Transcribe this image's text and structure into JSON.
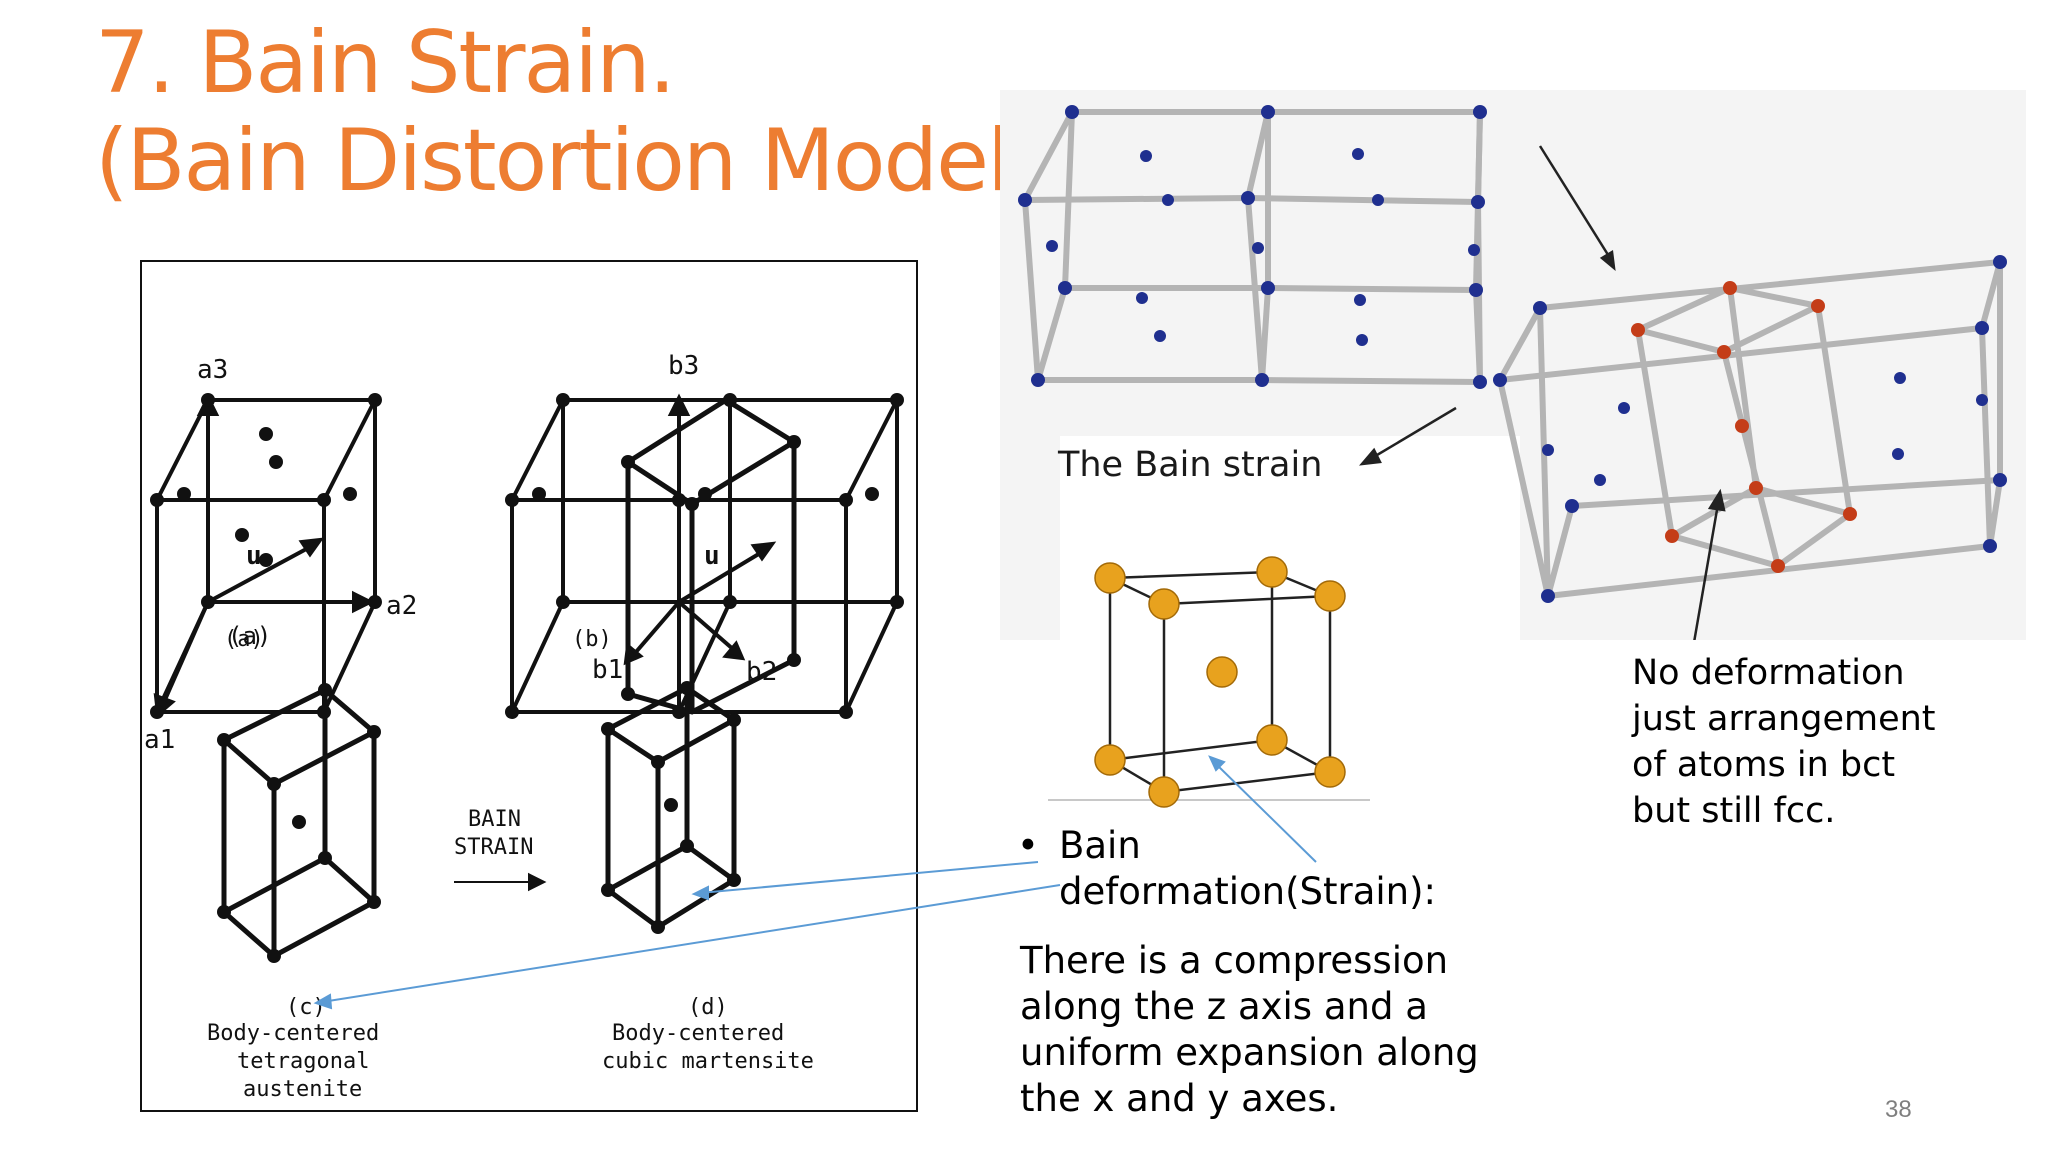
{
  "slide": {
    "title_line1": "7. Bain Strain.",
    "title_line2": "(Bain Distortion Model)",
    "page_number": "38",
    "accent_color": "#ED7D31",
    "arrow_color": "#5B9BD5"
  },
  "left_figure": {
    "label_a3": "a3",
    "label_a2": "a2",
    "label_a1": "a1",
    "label_u": "u",
    "label_b3": "b3",
    "label_b1": "b1",
    "label_b2": "b2",
    "panel_a": "(a)",
    "panel_b": "(b)",
    "panel_c": "(c)",
    "panel_d": "(d)",
    "bain_line1": "BAIN",
    "bain_line2": "STRAIN",
    "caption_c": [
      "Body-centered",
      "tetragonal",
      "austenite"
    ],
    "caption_d": [
      "Body-centered",
      "cubic martensite"
    ]
  },
  "right_figure": {
    "caption": "The Bain strain",
    "note_lines": [
      "No deformation",
      "just arrangement",
      "of atoms in bct",
      "but still fcc."
    ]
  },
  "bullet": {
    "symbol": "•",
    "line1": "Bain",
    "line2": "deformation(Strain):"
  },
  "description": {
    "lines": [
      "There is a compression",
      "along the z axis and a",
      "uniform expansion along",
      "the x and y axes."
    ]
  }
}
